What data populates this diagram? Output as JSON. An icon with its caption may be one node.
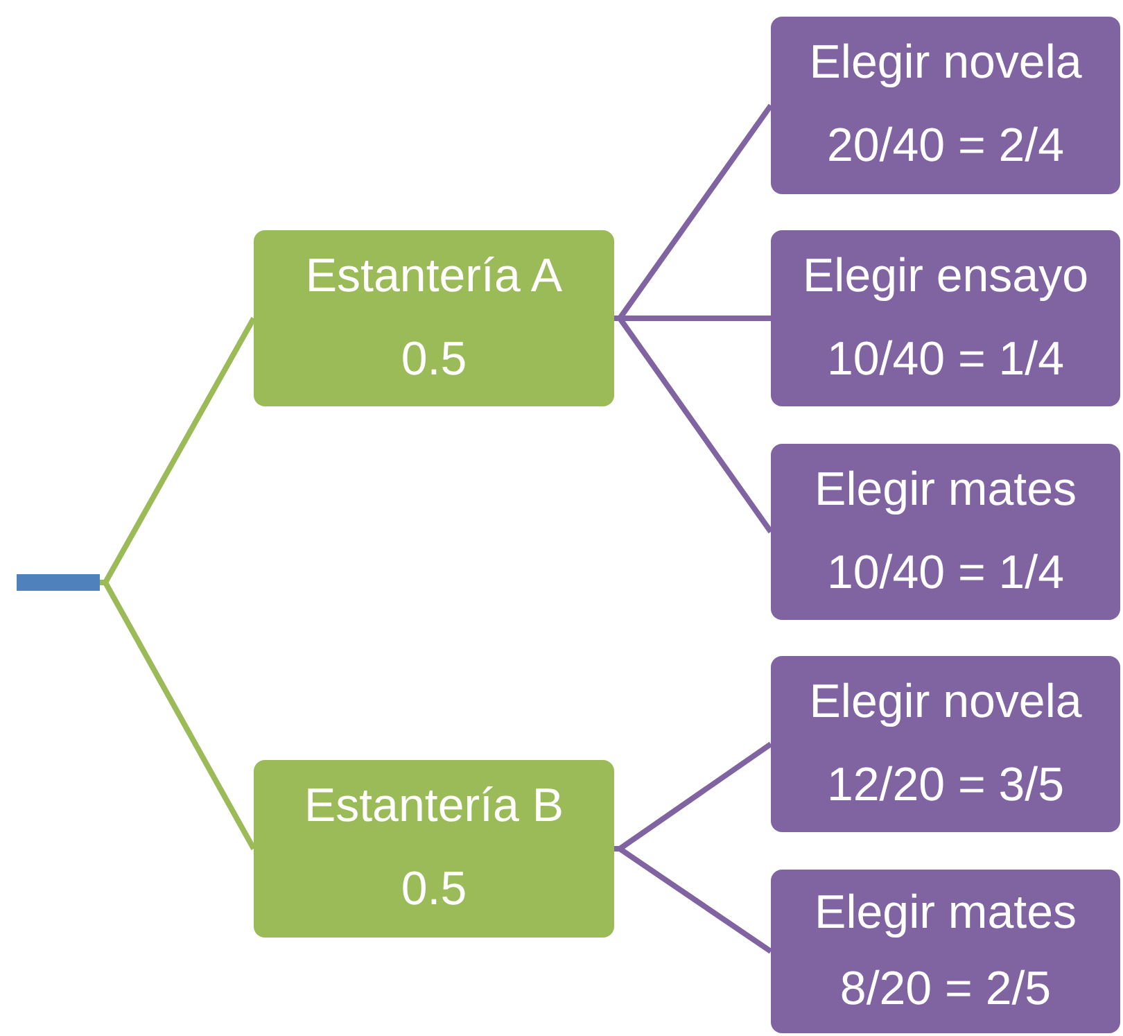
{
  "diagram": {
    "nodes": [
      {
        "text": [],
        "shape": "bar"
      },
      {
        "text": [
          "Estantería A",
          "0.5"
        ]
      },
      {
        "text": [
          "Estantería B",
          "0.5"
        ]
      },
      {
        "text": [
          "Elegir novela",
          "20/40 = 2/4"
        ]
      },
      {
        "text": [
          "Elegir ensayo",
          "10/40 = 1/4"
        ]
      },
      {
        "text": [
          "Elegir mates",
          "10/40 = 1/4"
        ]
      },
      {
        "text": [
          "Elegir novela",
          "12/20 = 3/5"
        ]
      },
      {
        "text": [
          "Elegir mates",
          "8/20 = 2/5"
        ]
      }
    ],
    "edges": [
      {
        "from": 0,
        "to": 1,
        "arrow": "none",
        "color": "#9bbb59"
      },
      {
        "from": 0,
        "to": 2,
        "arrow": "none",
        "color": "#9bbb59"
      },
      {
        "from": 1,
        "to": 3,
        "arrow": "none"
      },
      {
        "from": 1,
        "to": 4,
        "arrow": "none"
      },
      {
        "from": 1,
        "to": 5,
        "arrow": "none"
      },
      {
        "from": 2,
        "to": 6,
        "arrow": "none"
      },
      {
        "from": 2,
        "to": 7,
        "arrow": "none"
      }
    ]
  }
}
